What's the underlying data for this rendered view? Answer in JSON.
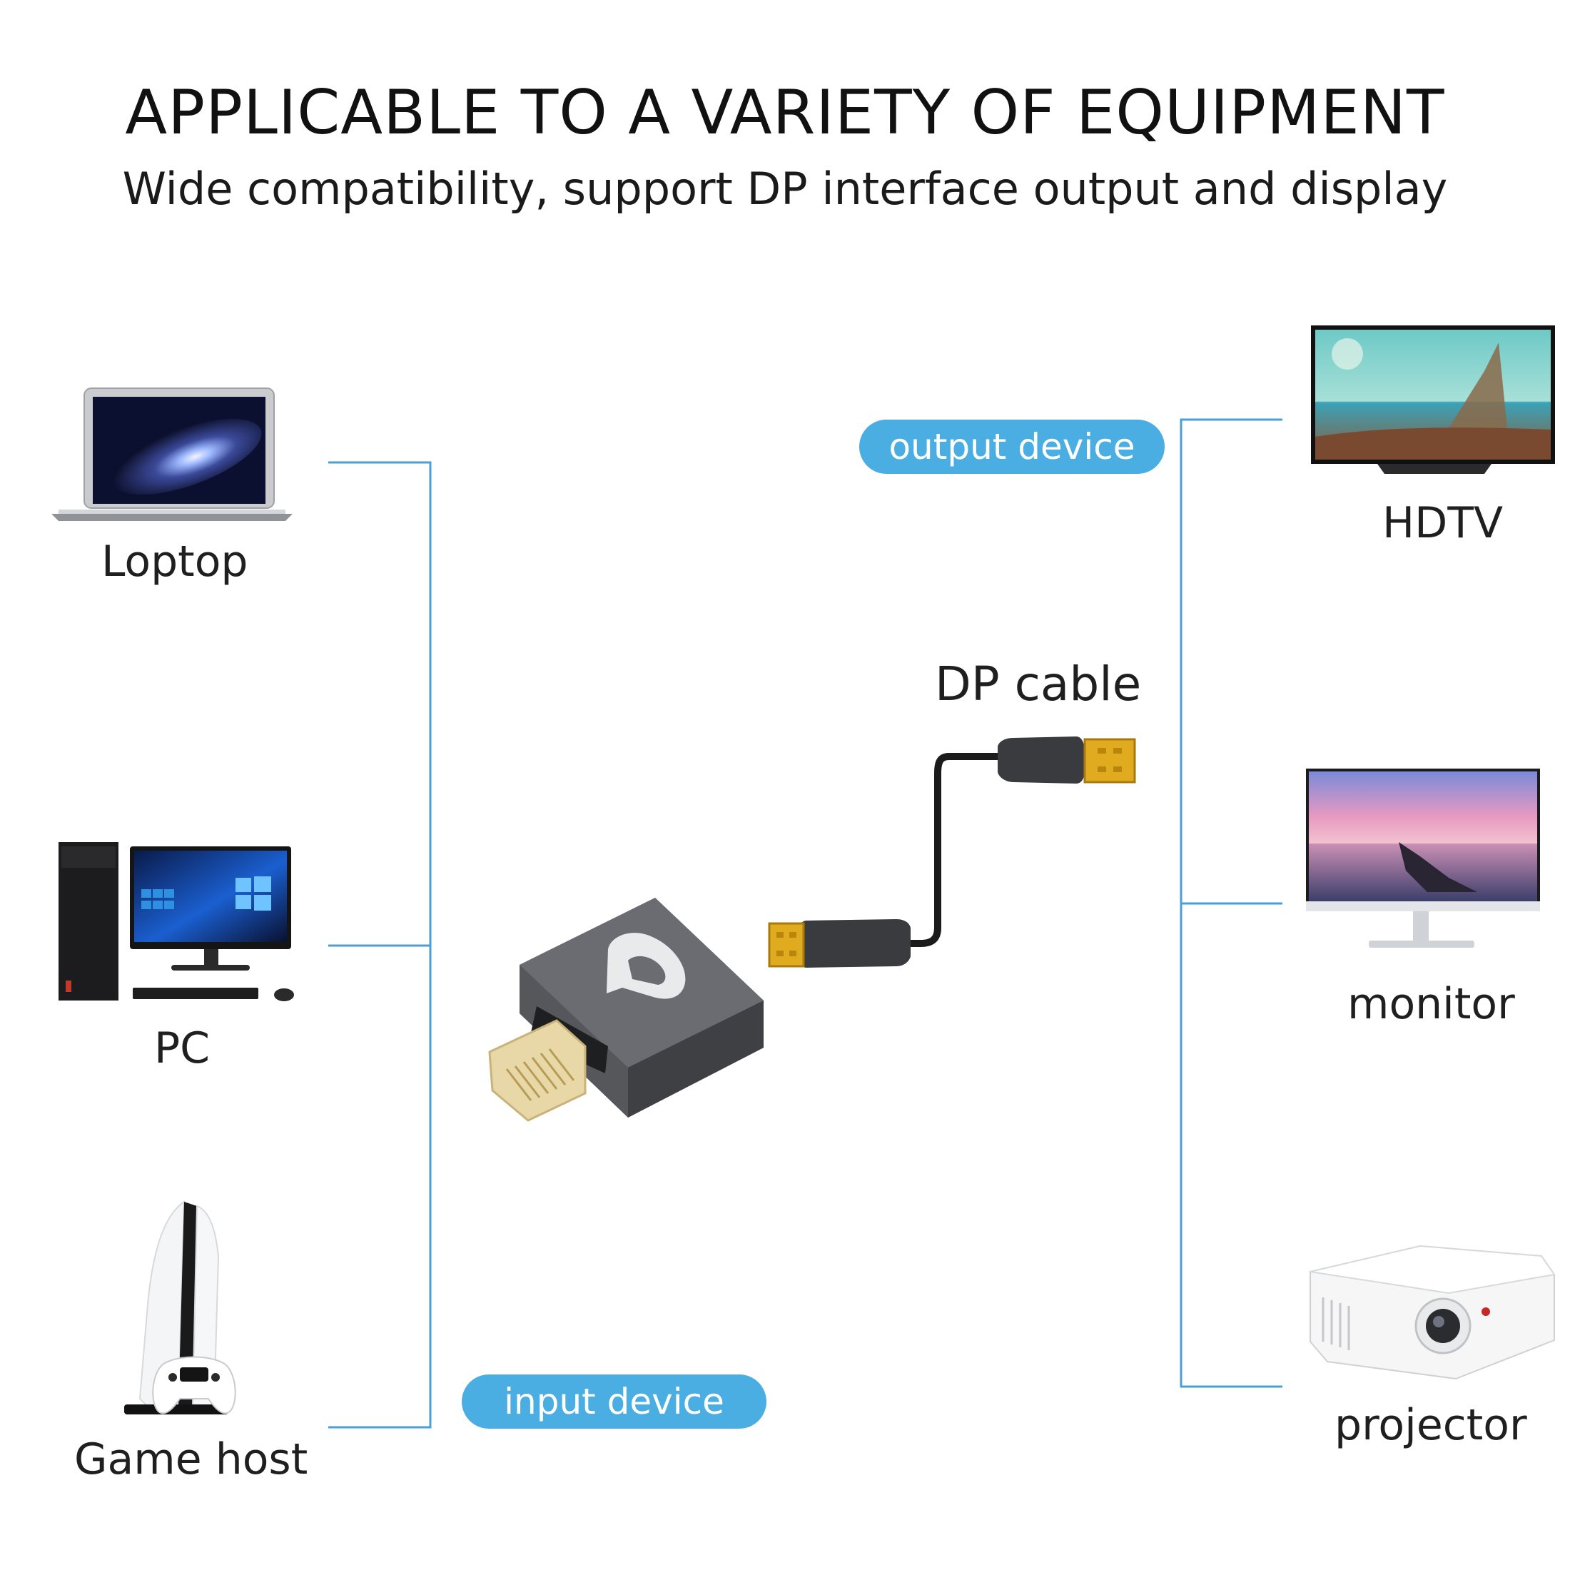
{
  "header": {
    "title": "APPLICABLE TO A VARIETY OF EQUIPMENT",
    "subtitle": "Wide compatibility, support DP interface output and display"
  },
  "input_devices": {
    "badge": "input device",
    "items": [
      {
        "label": "Loptop",
        "icon": "laptop-icon"
      },
      {
        "label": "PC",
        "icon": "desktop-pc-icon"
      },
      {
        "label": "Game host",
        "icon": "game-console-icon"
      }
    ]
  },
  "output_devices": {
    "badge": "output device",
    "items": [
      {
        "label": "HDTV",
        "icon": "tv-icon"
      },
      {
        "label": "monitor",
        "icon": "monitor-icon"
      },
      {
        "label": "projector",
        "icon": "projector-icon"
      }
    ]
  },
  "center": {
    "cable_label": "DP cable",
    "adapter_icon": "mini-dp-adapter-icon",
    "cable_icon": "dp-cable-icon"
  },
  "colors": {
    "accent": "#4baee2",
    "connector_line": "#4a9fd4",
    "adapter_body": "#5b5d61",
    "gold_contacts": "#d9a520"
  }
}
